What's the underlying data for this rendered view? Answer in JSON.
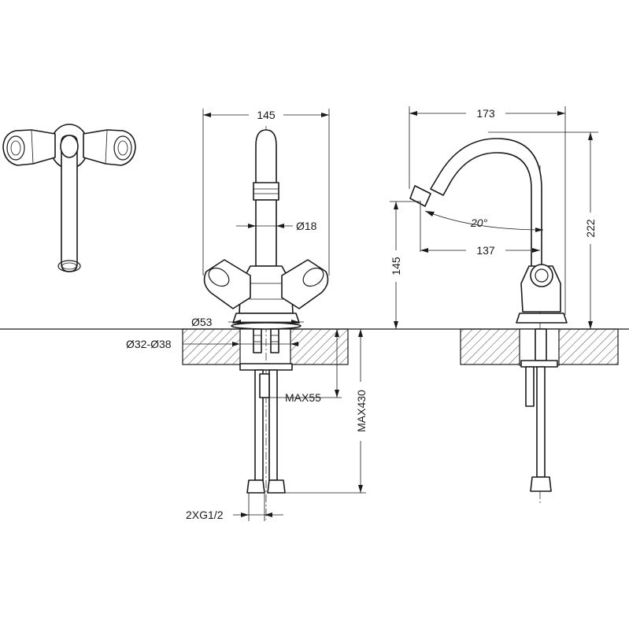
{
  "dimensions": {
    "front_width": "145",
    "side_width": "173",
    "spout_diameter": "Ø18",
    "side_height_total": "222",
    "side_height_spout": "145",
    "spout_angle": "20°",
    "spout_reach": "137",
    "base_diameter": "Ø53",
    "hole_diameter": "Ø32-Ø38",
    "max_counter_thickness": "MAX55",
    "max_hose_length": "MAX430",
    "connection_thread": "2XG1/2"
  }
}
